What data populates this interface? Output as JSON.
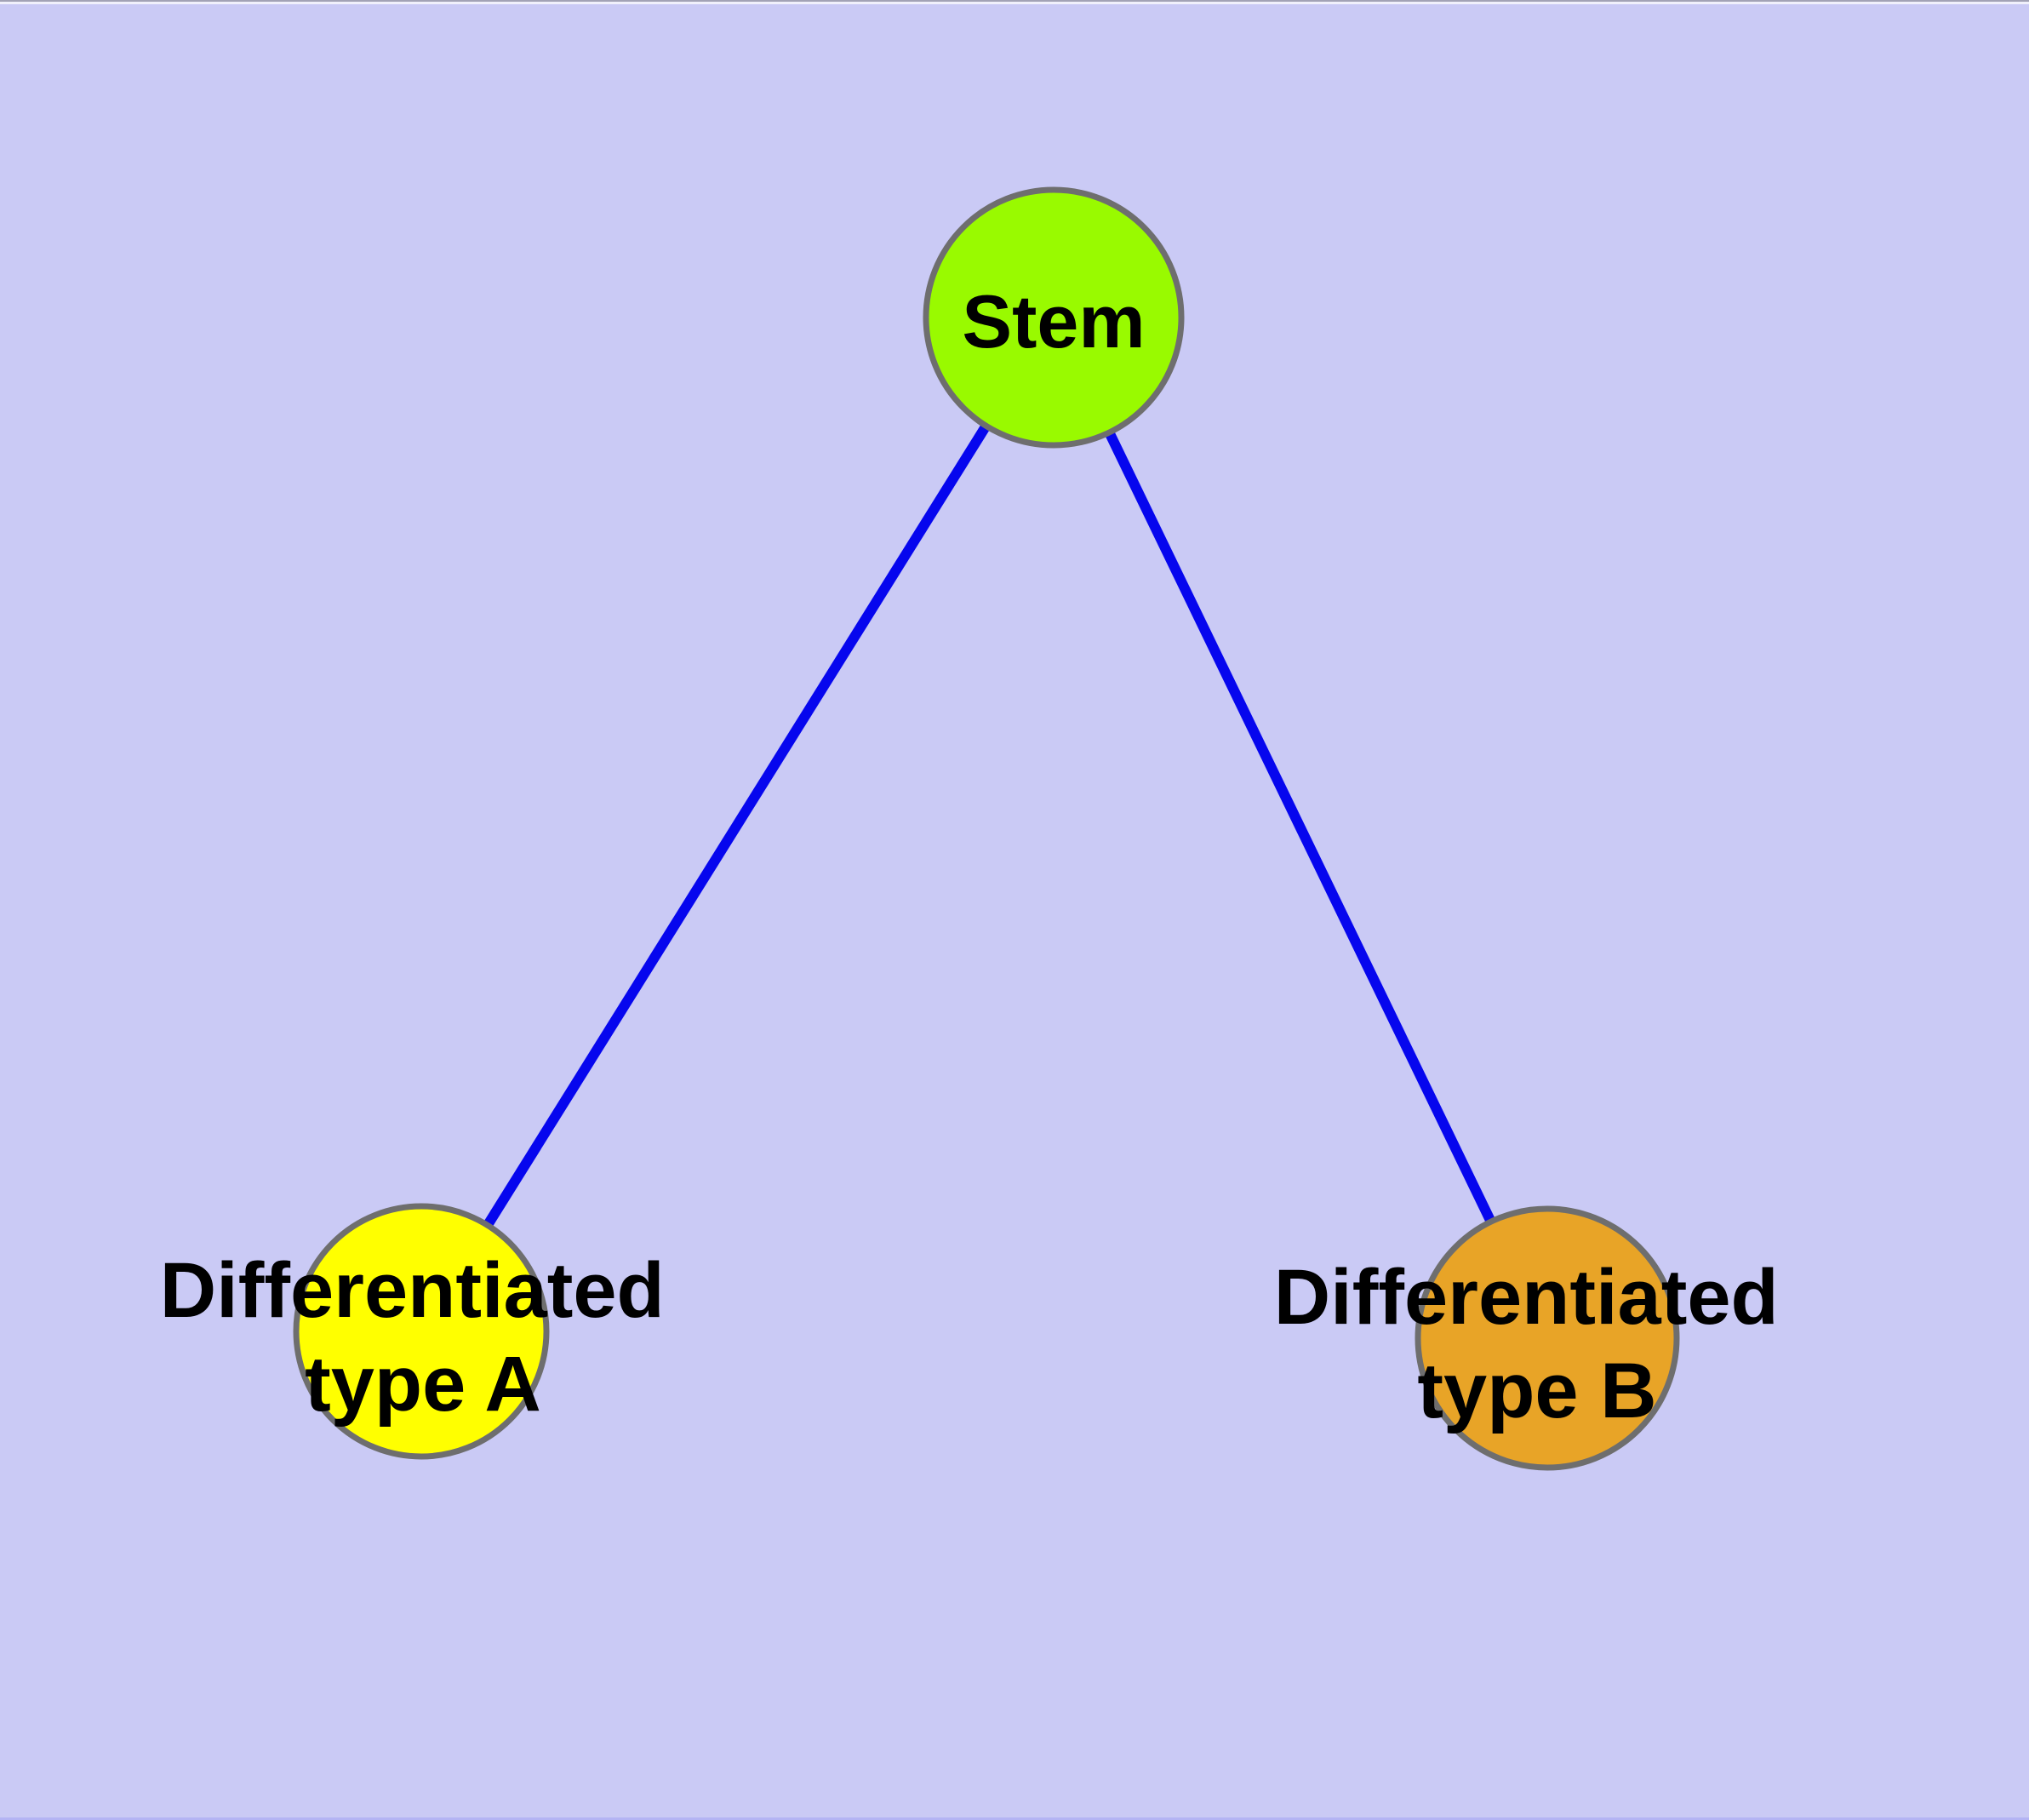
{
  "diagram": {
    "type": "node-link-graph",
    "background_color": "#cacaf5",
    "edge_color": "#0606ee",
    "node_border_color": "#6e6e6e",
    "label_color": "#000000",
    "nodes": {
      "stem": {
        "label": "Stem",
        "fill_color": "#99fa00"
      },
      "type_a": {
        "label_line1": "Differentiated",
        "label_line2": "type A",
        "fill_color": "#ffff00"
      },
      "type_b": {
        "label_line1": "Differentiated",
        "label_line2": "type B",
        "fill_color": "#e8a427"
      }
    },
    "edges": [
      {
        "from": "Stem",
        "to": "Differentiated type A"
      },
      {
        "from": "Stem",
        "to": "Differentiated type B"
      }
    ],
    "frame": {
      "top_hairline_color": "#a2a2b5",
      "top_strip_color": "#f0f0fb",
      "bottom_strip_color": "#b4b4f4"
    }
  }
}
